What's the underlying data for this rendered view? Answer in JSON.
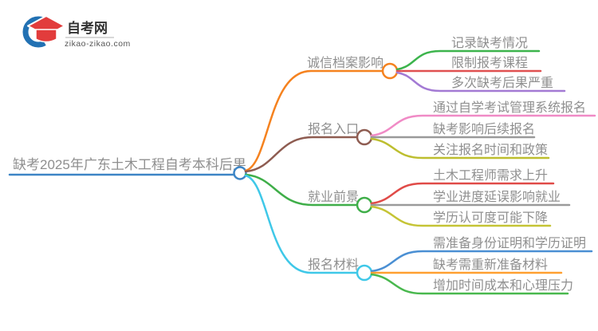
{
  "logo": {
    "title": "自考网",
    "domain": "zikao-zikao.com",
    "ring_color": "#2271b3",
    "cap_color": "#e23c3c"
  },
  "text_color": "#8f8f8f",
  "root": {
    "label": "缺考2025年广东土木工程自考本科后果",
    "color": "#3d85c6"
  },
  "branches": [
    {
      "label": "诚信档案影响",
      "color": "#f5821f",
      "children": [
        {
          "label": "记录缺考情况",
          "color": "#3cb44c"
        },
        {
          "label": "限制报考课程",
          "color": "#e05151"
        },
        {
          "label": "多次缺考后果严重",
          "color": "#a37ad4"
        }
      ]
    },
    {
      "label": "报名入口",
      "color": "#8e5c51",
      "children": [
        {
          "label": "通过自学考试管理系统报名",
          "color": "#f08bc6"
        },
        {
          "label": "缺考影响后续报名",
          "color": "#9a9a9a"
        },
        {
          "label": "关注报名时间和政策",
          "color": "#bdbe2f"
        }
      ]
    },
    {
      "label": "就业前景",
      "color": "#3fae49",
      "children": [
        {
          "label": "土木工程师需求上升",
          "color": "#e04b48"
        },
        {
          "label": "学业进度延误影响就业",
          "color": "#9a9a9a"
        },
        {
          "label": "学历认可度可能下降",
          "color": "#c5c435"
        }
      ]
    },
    {
      "label": "报名材料",
      "color": "#3fc8e8",
      "children": [
        {
          "label": "需准备身份证明和学历证明",
          "color": "#4a8fd3"
        },
        {
          "label": "缺考需重新准备材料",
          "color": "#ffa030"
        },
        {
          "label": "增加时间成本和心理压力",
          "color": "#49b84e"
        }
      ]
    }
  ]
}
